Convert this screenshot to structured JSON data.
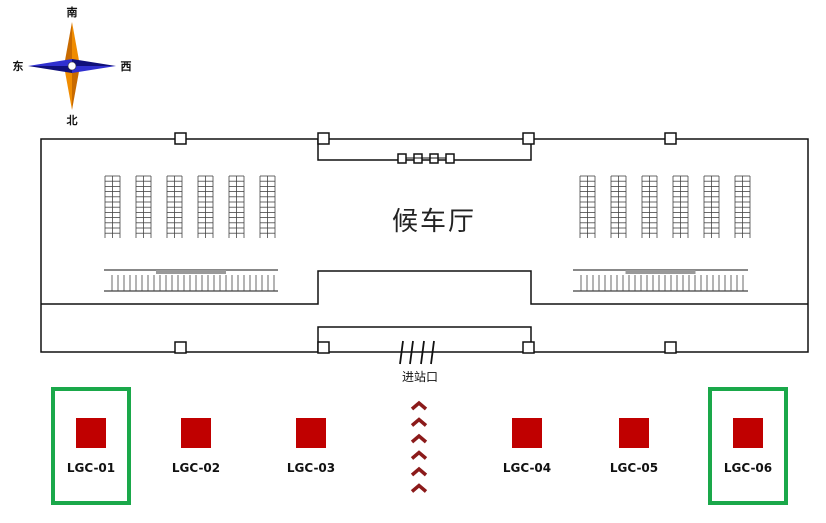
{
  "compass": {
    "north_top": "南",
    "south_bottom": "北",
    "left": "东",
    "right": "西",
    "colors": {
      "vertical": "#f08c00",
      "horizontal": "#1a1aa0"
    }
  },
  "hall": {
    "title": "候车厅",
    "entrance_label": "进站口"
  },
  "terminals": {
    "color": "#c00000",
    "highlight_color": "#1aa84a",
    "items": [
      {
        "label": "LGC-01",
        "highlighted": true
      },
      {
        "label": "LGC-02",
        "highlighted": false
      },
      {
        "label": "LGC-03",
        "highlighted": false
      },
      {
        "label": "LGC-04",
        "highlighted": false
      },
      {
        "label": "LGC-05",
        "highlighted": false
      },
      {
        "label": "LGC-06",
        "highlighted": true
      }
    ]
  },
  "arrows": {
    "color": "#8b1a1a",
    "count": 6
  }
}
